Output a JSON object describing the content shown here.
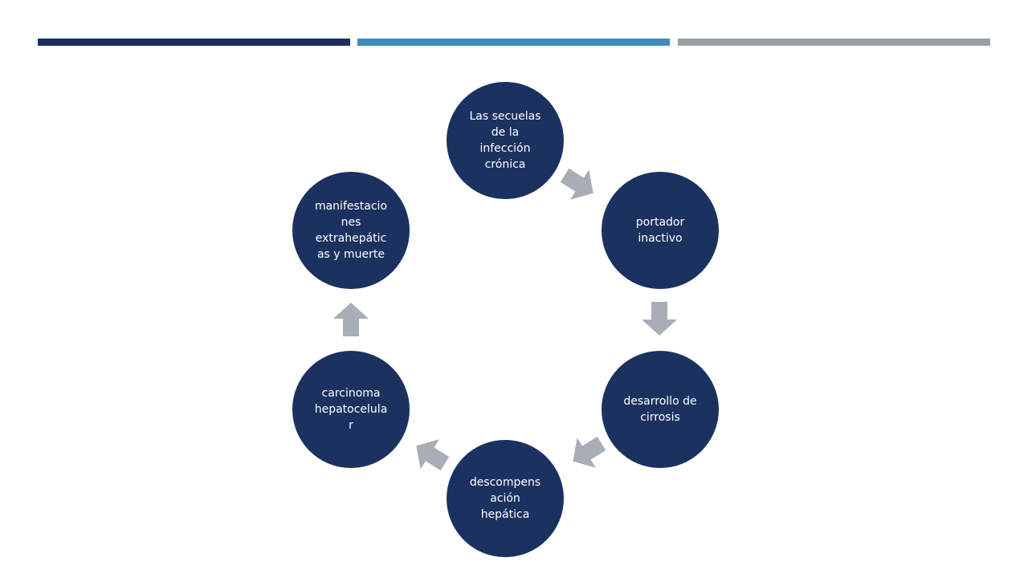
{
  "colors": {
    "bar_dark": "#1b2f5e",
    "bar_mid": "#3f8bbd",
    "bar_gray": "#9aa0a8",
    "node_fill": "#1b3260",
    "node_text": "#ffffff",
    "arrow_fill": "#a9adb5"
  },
  "cycle": {
    "nodes": [
      {
        "label": "Las secuelas\nde la\ninfección\ncrónica"
      },
      {
        "label": "portador\ninactivo"
      },
      {
        "label": "desarrollo de\ncirrosis"
      },
      {
        "label": "descompens\nación\nhepática"
      },
      {
        "label": "carcinoma\nhepatocelula\nr"
      },
      {
        "label": "manifestacio\nnes\nextrahepátic\nas y muerte"
      }
    ]
  }
}
